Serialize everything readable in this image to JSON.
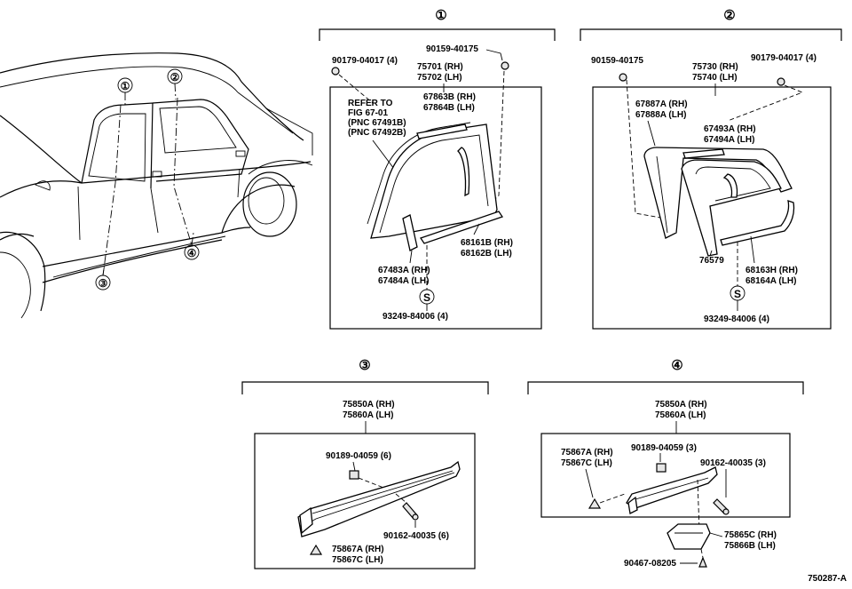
{
  "diagram": {
    "group_markers": {
      "g1": "①",
      "g2": "②",
      "g3": "③",
      "g4": "④"
    },
    "car_callouts": {
      "c1": "①",
      "c2": "②",
      "c3": "③",
      "c4": "④"
    },
    "g1": {
      "bolt_left": "90179-04017 (4)",
      "bolt_right": "90159-40175",
      "moulding_rh": "75701 (RH)",
      "moulding_lh": "75702 (LH)",
      "refer_1": "REFER TO",
      "refer_2": "FIG 67-01",
      "refer_3": "(PNC 67491B)",
      "refer_4": "(PNC 67492B)",
      "seal_rh": "67863B (RH)",
      "seal_lh": "67864B (LH)",
      "belt_rh": "68161B (RH)",
      "belt_lh": "68162B (LH)",
      "piece_rh": "67483A (RH)",
      "piece_lh": "67484A (LH)",
      "s_symbol": "S",
      "screw": "93249-84006 (4)"
    },
    "g2": {
      "bolt_left": "90159-40175",
      "bolt_right": "90179-04017 (4)",
      "moulding_rh": "75730 (RH)",
      "moulding_lh": "75740 (LH)",
      "seal_rh": "67887A (RH)",
      "seal_lh": "67888A (LH)",
      "channel_rh": "67493A (RH)",
      "channel_lh": "67494A (LH)",
      "glass": "76579",
      "belt_rh": "68163H (RH)",
      "belt_lh": "68164A (LH)",
      "s_symbol": "S",
      "screw": "93249-84006 (4)"
    },
    "g3": {
      "mudguard_rh": "75850A (RH)",
      "mudguard_lh": "75860A (LH)",
      "clip": "90189-04059 (6)",
      "screw": "90162-40035 (6)",
      "retainer_rh": "75867A (RH)",
      "retainer_lh": "75867C (LH)"
    },
    "g4": {
      "mudguard_rh": "75850A (RH)",
      "mudguard_lh": "75860A (LH)",
      "retainer_rh": "75867A (RH)",
      "retainer_lh": "75867C (LH)",
      "clip": "90189-04059 (3)",
      "screw": "90162-40035 (3)",
      "bracket_rh": "75865C (RH)",
      "bracket_lh": "75866B (LH)",
      "rivet": "90467-08205"
    },
    "figure_id": "750287-A"
  }
}
